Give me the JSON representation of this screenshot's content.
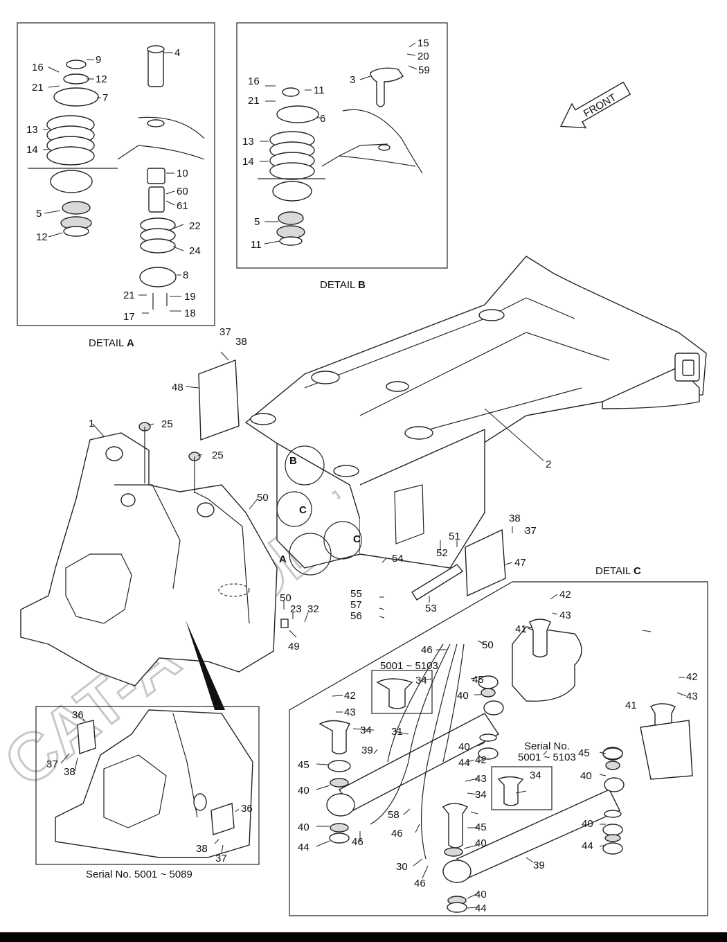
{
  "details": {
    "a_prefix": "DETAIL ",
    "a_letter": "A",
    "b_prefix": "DETAIL ",
    "b_letter": "B",
    "c_prefix": "DETAIL ",
    "c_letter": "C"
  },
  "front_label": "FRONT",
  "watermark": "CAT-AUTODEALER.RU",
  "serials": {
    "inset_5001_5089": "Serial No.  5001 ~ 5089",
    "c_5001_5103_a": "5001 ~ 5103",
    "c_serial_label": "Serial No.",
    "c_5001_5103_b": "5001 ~ 5103"
  },
  "view_markers": [
    "B",
    "C",
    "C",
    "A"
  ],
  "callouts": {
    "detail_a": [
      "9",
      "16",
      "12",
      "21",
      "7",
      "13",
      "14",
      "5",
      "12",
      "4",
      "10",
      "60",
      "61",
      "22",
      "24",
      "8",
      "21",
      "19",
      "17",
      "18"
    ],
    "detail_b": [
      "15",
      "20",
      "59",
      "3",
      "16",
      "11",
      "21",
      "6",
      "13",
      "14",
      "5",
      "11"
    ],
    "main": [
      "37",
      "38",
      "48",
      "1",
      "25",
      "25",
      "2",
      "50",
      "38",
      "37",
      "51",
      "52",
      "54",
      "47",
      "55",
      "57",
      "56",
      "53",
      "50",
      "23",
      "32",
      "49"
    ],
    "inset": [
      "36",
      "37",
      "38",
      "36",
      "38",
      "37"
    ],
    "detail_c": [
      "42",
      "43",
      "41",
      "46",
      "50",
      "34",
      "45",
      "40",
      "42",
      "43",
      "34",
      "31",
      "39",
      "40",
      "44",
      "45",
      "40",
      "40",
      "44",
      "58",
      "46",
      "46",
      "42",
      "43",
      "34",
      "45",
      "40",
      "30",
      "46",
      "40",
      "44",
      "39",
      "41",
      "42",
      "43",
      "45",
      "40",
      "34",
      "40",
      "44"
    ]
  }
}
